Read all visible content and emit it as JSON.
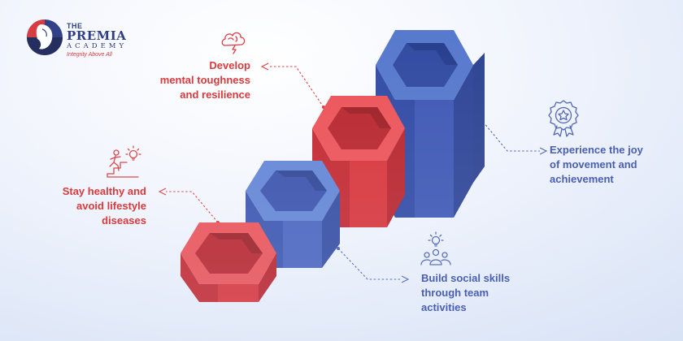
{
  "brand": {
    "the": "THE",
    "name": "PREMIA",
    "academy": "ACADEMY",
    "tagline": "Integrity Above All"
  },
  "benefits": {
    "resilience": {
      "lines": [
        "Develop",
        "mental toughness",
        "and resilience"
      ],
      "icon": "brain-storm-icon",
      "color": "#d93a3e"
    },
    "joy": {
      "lines": [
        "Experience the joy",
        "of movement and",
        "achievement"
      ],
      "icon": "award-badge-icon",
      "color": "#4a5fb0"
    },
    "health": {
      "lines": [
        "Stay healthy and",
        "avoid lifestyle",
        "diseases"
      ],
      "icon": "climbing-steps-icon",
      "color": "#d93a3e"
    },
    "social": {
      "lines": [
        "Build social skills",
        "through team",
        "activities"
      ],
      "icon": "team-idea-icon",
      "color": "#4a5fb0"
    }
  },
  "colors": {
    "red": "#d93a3e",
    "blue": "#4a5fb0"
  }
}
